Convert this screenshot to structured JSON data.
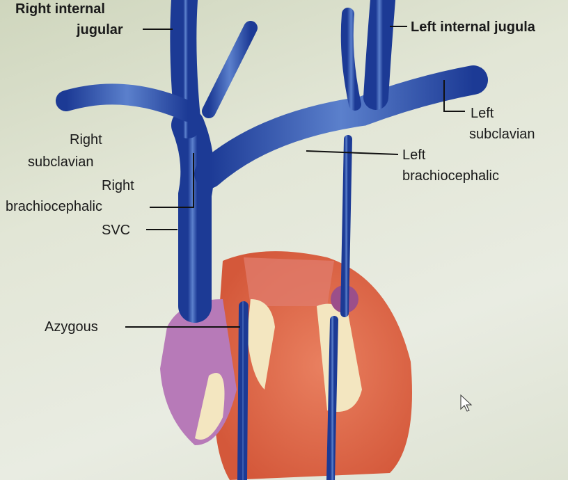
{
  "labels": {
    "right_internal_jugular": [
      "Right internal",
      "jugular"
    ],
    "left_internal_jugular": "Left internal jugula",
    "left_subclavian": [
      "Left",
      "subclavian"
    ],
    "right_subclavian": [
      "Right",
      "subclavian"
    ],
    "right_brachiocephalic": [
      "Right",
      "brachiocephalic"
    ],
    "svc": "SVC",
    "left_brachiocephalic": [
      "Left",
      "brachiocephalic"
    ],
    "azygous": "Azygous"
  },
  "colors": {
    "vein": "#1f3f9a",
    "vein_light": "#6f8fd0",
    "heart": "#e0694a",
    "atrium": "#b57bb5",
    "fat": "#f3e6c0"
  }
}
